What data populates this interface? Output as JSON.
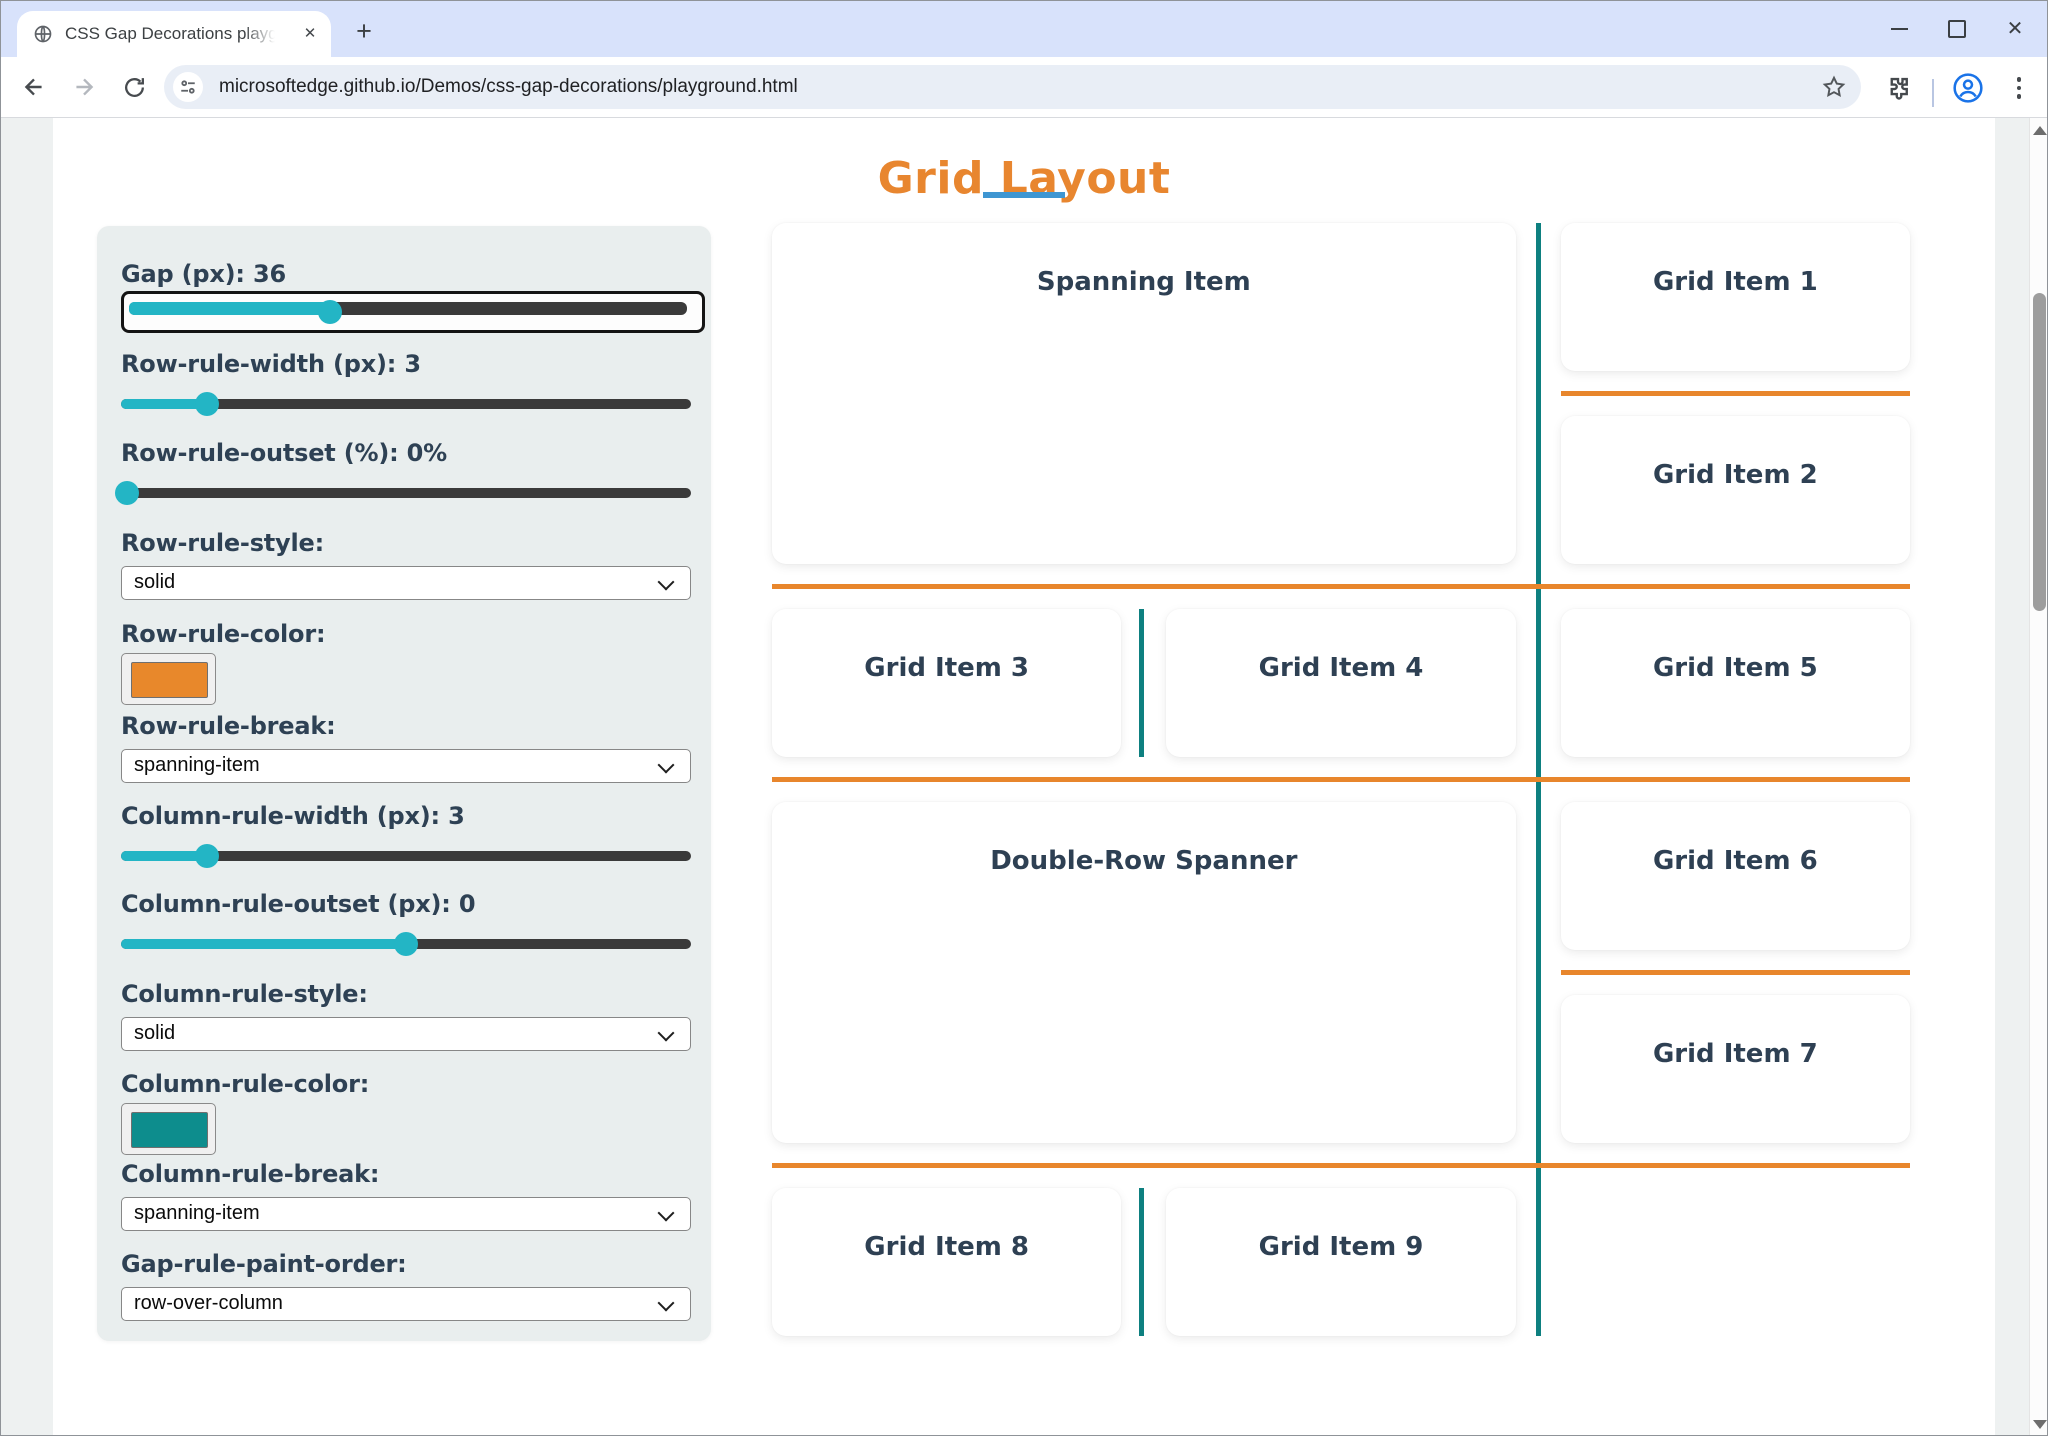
{
  "browser": {
    "tab": {
      "title": "CSS Gap Decorations playgroun"
    },
    "url": "microsoftedge.github.io/Demos/css-gap-decorations/playground.html"
  },
  "page": {
    "title": "Grid Layout",
    "colors": {
      "title": "#e8862f",
      "title_underline": "#3e96d2",
      "slider_accent": "#23b5c5",
      "row_rule": "#e8862c",
      "column_rule": "#0e8080"
    },
    "sidebar": {
      "controls": [
        {
          "type": "slider",
          "label": "Gap (px): 36",
          "percent": 36,
          "focused": true
        },
        {
          "type": "slider",
          "label": "Row-rule-width (px): 3",
          "percent": 15
        },
        {
          "type": "slider",
          "label": "Row-rule-outset (%): 0%",
          "percent": 1
        },
        {
          "type": "select",
          "label": "Row-rule-style:",
          "value": "solid"
        },
        {
          "type": "color",
          "label": "Row-rule-color:",
          "value": "#e8882b"
        },
        {
          "type": "select",
          "label": "Row-rule-break:",
          "value": "spanning-item"
        },
        {
          "type": "slider",
          "label": "Column-rule-width (px): 3",
          "percent": 15
        },
        {
          "type": "slider",
          "label": "Column-rule-outset (px): 0",
          "percent": 50
        },
        {
          "type": "select",
          "label": "Column-rule-style:",
          "value": "solid"
        },
        {
          "type": "color",
          "label": "Column-rule-color:",
          "value": "#0d8d8d"
        },
        {
          "type": "select",
          "label": "Column-rule-break:",
          "value": "spanning-item"
        },
        {
          "type": "select",
          "label": "Gap-rule-paint-order:",
          "value": "row-over-column"
        }
      ]
    },
    "grid": {
      "items": [
        "Spanning Item",
        "Grid Item 1",
        "Grid Item 2",
        "Grid Item 3",
        "Grid Item 4",
        "Grid Item 5",
        "Double-Row Spanner",
        "Grid Item 6",
        "Grid Item 7",
        "Grid Item 8",
        "Grid Item 9"
      ]
    }
  }
}
